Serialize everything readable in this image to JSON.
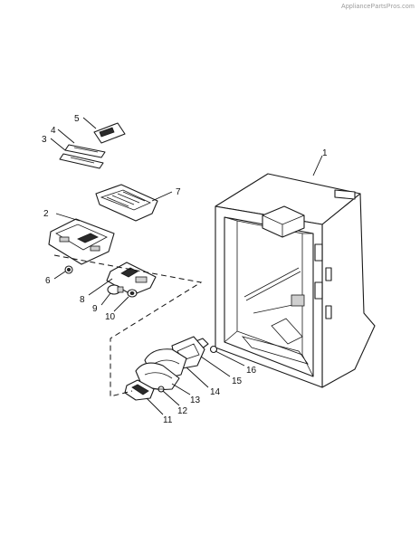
{
  "watermark": "AppliancePartsPros.com",
  "callouts": [
    {
      "label": "1"
    },
    {
      "label": "2"
    },
    {
      "label": "3"
    },
    {
      "label": "4"
    },
    {
      "label": "5"
    },
    {
      "label": "6"
    },
    {
      "label": "7"
    },
    {
      "label": "8"
    },
    {
      "label": "9"
    },
    {
      "label": "10"
    },
    {
      "label": "11"
    },
    {
      "label": "12"
    },
    {
      "label": "13"
    },
    {
      "label": "14"
    },
    {
      "label": "15"
    },
    {
      "label": "16"
    }
  ]
}
